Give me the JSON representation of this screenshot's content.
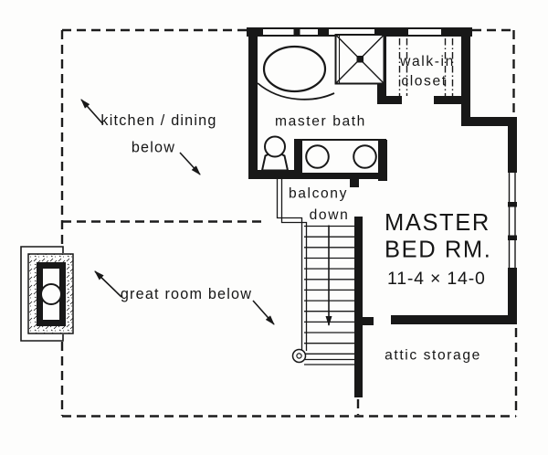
{
  "palette": {
    "ink": "#181818",
    "paper": "#fdfdfc"
  },
  "plan": {
    "labels": {
      "kitchen_dining_line1": "kitchen / dining",
      "kitchen_dining_line2": "below",
      "great_room": "great room below",
      "master_bath": "master bath",
      "walkin_line1": "walk-in",
      "walkin_line2": "closet",
      "balcony_line1": "balcony",
      "balcony_line2": "down",
      "master_bed_line1": "MASTER",
      "master_bed_line2": "BED RM.",
      "master_bed_dims": "11-4 × 14-0",
      "attic_storage": "attic  storage"
    },
    "rooms": [
      {
        "name": "master bed rm",
        "dimensions": "11-4 × 14-0"
      },
      {
        "name": "master bath"
      },
      {
        "name": "walk-in closet"
      },
      {
        "name": "balcony (stairs down)"
      },
      {
        "name": "attic storage"
      },
      {
        "name": "kitchen / dining below (open)"
      },
      {
        "name": "great room below (open)"
      }
    ]
  }
}
